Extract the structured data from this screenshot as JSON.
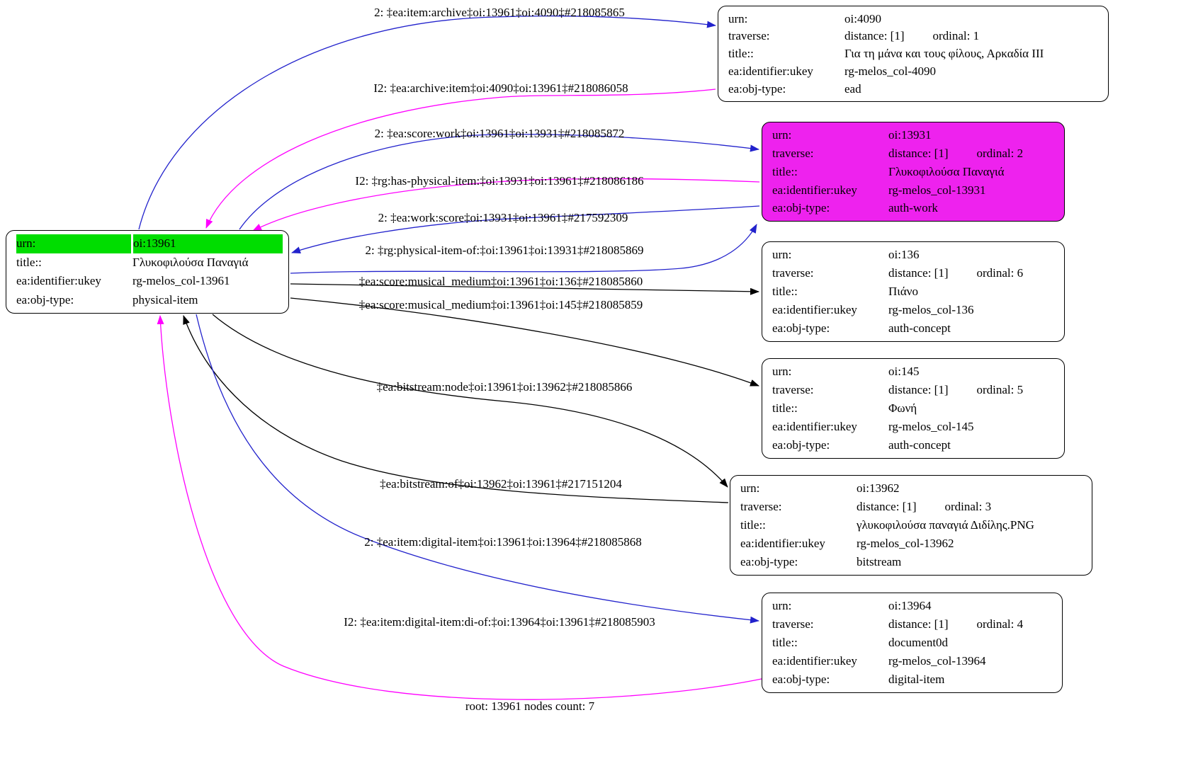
{
  "footer": "root: 13961 nodes count: 7",
  "colors": {
    "forward_edge": "#2222cc",
    "inverse_edge": "#ff00ff",
    "plain_edge": "#000000",
    "root_highlight": "#00dd00",
    "focus_node_fill": "#ee22ee"
  },
  "nodes": [
    {
      "id": "oi:13961",
      "rows": [
        {
          "label": "urn:",
          "value": "oi:13961"
        },
        {
          "label": "title::",
          "value": "Γλυκοφιλούσα Παναγιά"
        },
        {
          "label": "ea:identifier:ukey",
          "value": "rg-melos_col-13961"
        },
        {
          "label": "ea:obj-type:",
          "value": "physical-item"
        }
      ]
    },
    {
      "id": "oi:4090",
      "rows": [
        {
          "label": "urn:",
          "value": "oi:4090"
        },
        {
          "label": "traverse:",
          "value": "distance: [1]",
          "value2": "ordinal: 1"
        },
        {
          "label": "title::",
          "value": "Για τη μάνα και τους φίλους, Αρκαδία III"
        },
        {
          "label": "ea:identifier:ukey",
          "value": "rg-melos_col-4090"
        },
        {
          "label": "ea:obj-type:",
          "value": "ead"
        }
      ]
    },
    {
      "id": "oi:13931",
      "rows": [
        {
          "label": "urn:",
          "value": "oi:13931"
        },
        {
          "label": "traverse:",
          "value": "distance: [1]",
          "value2": "ordinal: 2"
        },
        {
          "label": "title::",
          "value": "Γλυκοφιλούσα Παναγιά"
        },
        {
          "label": "ea:identifier:ukey",
          "value": "rg-melos_col-13931"
        },
        {
          "label": "ea:obj-type:",
          "value": "auth-work"
        }
      ]
    },
    {
      "id": "oi:136",
      "rows": [
        {
          "label": "urn:",
          "value": "oi:136"
        },
        {
          "label": "traverse:",
          "value": "distance: [1]",
          "value2": "ordinal: 6"
        },
        {
          "label": "title::",
          "value": "Πιάνο"
        },
        {
          "label": "ea:identifier:ukey",
          "value": "rg-melos_col-136"
        },
        {
          "label": "ea:obj-type:",
          "value": "auth-concept"
        }
      ]
    },
    {
      "id": "oi:145",
      "rows": [
        {
          "label": "urn:",
          "value": "oi:145"
        },
        {
          "label": "traverse:",
          "value": "distance: [1]",
          "value2": "ordinal: 5"
        },
        {
          "label": "title::",
          "value": "Φωνή"
        },
        {
          "label": "ea:identifier:ukey",
          "value": "rg-melos_col-145"
        },
        {
          "label": "ea:obj-type:",
          "value": "auth-concept"
        }
      ]
    },
    {
      "id": "oi:13962",
      "rows": [
        {
          "label": "urn:",
          "value": "oi:13962"
        },
        {
          "label": "traverse:",
          "value": "distance: [1]",
          "value2": "ordinal: 3"
        },
        {
          "label": "title::",
          "value": "γλυκοφιλούσα παναγιά Διδίλης.PNG"
        },
        {
          "label": "ea:identifier:ukey",
          "value": "rg-melos_col-13962"
        },
        {
          "label": "ea:obj-type:",
          "value": "bitstream"
        }
      ]
    },
    {
      "id": "oi:13964",
      "rows": [
        {
          "label": "urn:",
          "value": "oi:13964"
        },
        {
          "label": "traverse:",
          "value": "distance: [1]",
          "value2": "ordinal: 4"
        },
        {
          "label": "title::",
          "value": "document0d"
        },
        {
          "label": "ea:identifier:ukey",
          "value": "rg-melos_col-13964"
        },
        {
          "label": "ea:obj-type:",
          "value": "digital-item"
        }
      ]
    }
  ],
  "edges": [
    {
      "label": "2: ‡ea:item:archive‡oi:13961‡oi:4090‡#218085865",
      "color": "#2222cc",
      "from": "oi:13961",
      "to": "oi:4090"
    },
    {
      "label": "I2: ‡ea:archive:item‡oi:4090‡oi:13961‡#218086058",
      "color": "#ff00ff",
      "from": "oi:4090",
      "to": "oi:13961"
    },
    {
      "label": "2: ‡ea:score:work‡oi:13961‡oi:13931‡#218085872",
      "color": "#2222cc",
      "from": "oi:13961",
      "to": "oi:13931"
    },
    {
      "label": "I2: ‡rg:has-physical-item:‡oi:13931‡oi:13961‡#218086186",
      "color": "#ff00ff",
      "from": "oi:13931",
      "to": "oi:13961"
    },
    {
      "label": "2: ‡ea:work:score‡oi:13931‡oi:13961‡#217592309",
      "color": "#2222cc",
      "from": "oi:13931",
      "to": "oi:13961"
    },
    {
      "label": "2: ‡rg:physical-item-of:‡oi:13961‡oi:13931‡#218085869",
      "color": "#2222cc",
      "from": "oi:13961",
      "to": "oi:13931"
    },
    {
      "label": "‡ea:score:musical_medium‡oi:13961‡oi:136‡#218085860",
      "color": "#000000",
      "from": "oi:13961",
      "to": "oi:136"
    },
    {
      "label": "‡ea:score:musical_medium‡oi:13961‡oi:145‡#218085859",
      "color": "#000000",
      "from": "oi:13961",
      "to": "oi:145"
    },
    {
      "label": "‡ea:bitstream:node‡oi:13961‡oi:13962‡#218085866",
      "color": "#000000",
      "from": "oi:13961",
      "to": "oi:13962"
    },
    {
      "label": "‡ea:bitstream:of‡oi:13962‡oi:13961‡#217151204",
      "color": "#000000",
      "from": "oi:13962",
      "to": "oi:13961"
    },
    {
      "label": "2: ‡ea:item:digital-item‡oi:13961‡oi:13964‡#218085868",
      "color": "#2222cc",
      "from": "oi:13961",
      "to": "oi:13964"
    },
    {
      "label": "I2: ‡ea:item:digital-item:di-of:‡oi:13964‡oi:13961‡#218085903",
      "color": "#ff00ff",
      "from": "oi:13964",
      "to": "oi:13961"
    }
  ]
}
